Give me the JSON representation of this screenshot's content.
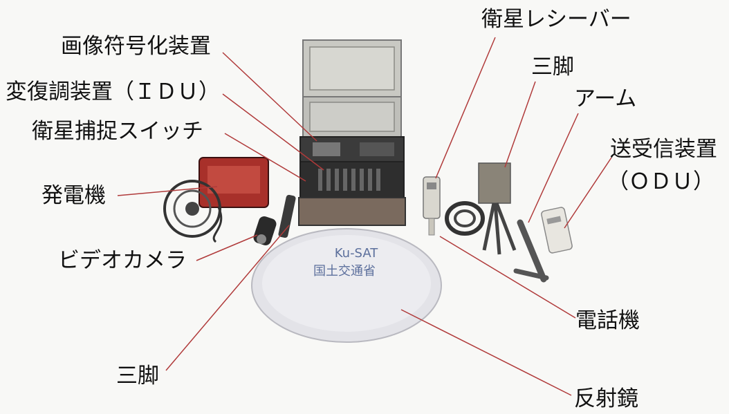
{
  "labels": {
    "image_encoder": "画像符号化装置",
    "modem_idu": "変復調装置（ＩＤＵ）",
    "sat_capture_switch": "衛星捕捉スイッチ",
    "generator": "発電機",
    "video_camera": "ビデオカメラ",
    "tripod_left": "三脚",
    "sat_receiver": "衛星レシーバー",
    "tripod_right": "三脚",
    "arm": "アーム",
    "transceiver_line1": "送受信装置",
    "transceiver_line2": "（ＯＤＵ）",
    "telephone": "電話機",
    "reflector": "反射鏡"
  },
  "dish": {
    "line1": "Ku-SAT",
    "line2": "国土交通省"
  },
  "colors": {
    "leader_line": "#b03a3a",
    "background": "#f8f8f6"
  }
}
